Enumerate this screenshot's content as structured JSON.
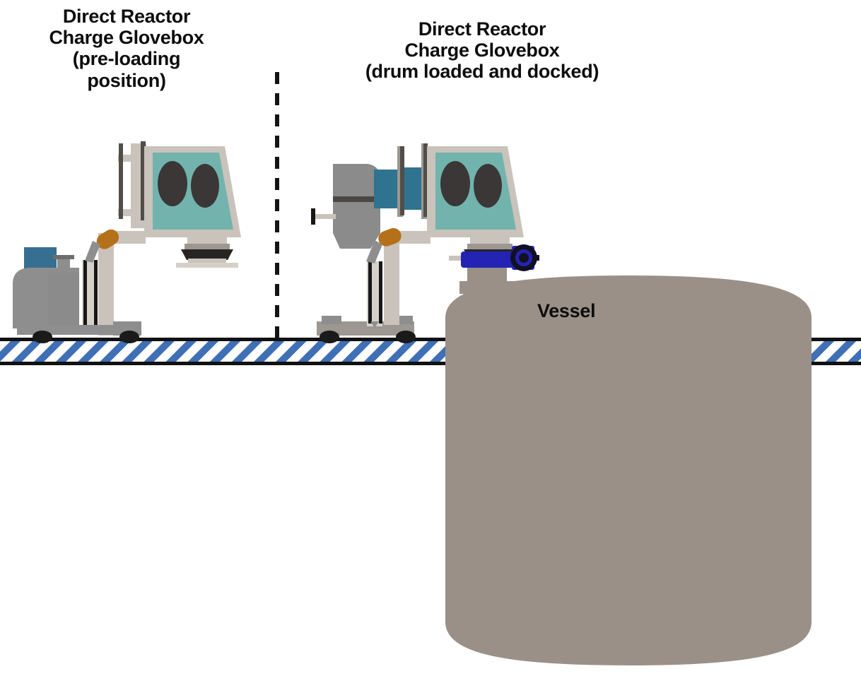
{
  "diagram": {
    "title_left": "Direct Reactor\nCharge Glovebox\n(pre-loading\nposition)",
    "title_right": "Direct Reactor\nCharge Glovebox\n(drum loaded and docked)",
    "vessel_label": "Vessel"
  },
  "colors": {
    "background": "#ffffff",
    "text": "#0d0d0d",
    "glovebox_window_teal": "#73b3ad",
    "glove_port_dark": "#3a3736",
    "body_beige": "#c9c3bb",
    "body_beige_light": "#d6d1c8",
    "metal_gray": "#8e8e8e",
    "metal_gray_dark": "#6d6d6d",
    "rail_dark": "#4a4744",
    "drum_gray": "#8b8b8b",
    "drum_band_dark": "#4a4744",
    "drum_blue": "#2f7391",
    "cart_blue_panel": "#366f91",
    "handle_orange": "#b5701a",
    "valve_blue": "#2323b4",
    "valve_hub_dark": "#111122",
    "vessel_taupe": "#9a9087",
    "floor_hatch_blue": "#3f6fb5",
    "floor_border": "#111111",
    "wheel_black": "#1a1a1a",
    "flange_black": "#272523"
  },
  "elements": {
    "left_scene": {
      "name": "pre-loading position assembly",
      "parts": [
        "glovebox",
        "transfer-port-frame",
        "pallet-truck",
        "mast",
        "orange-handle",
        "wheels"
      ]
    },
    "right_scene": {
      "name": "drum loaded and docked assembly",
      "parts": [
        "glovebox",
        "drum",
        "drum-neck",
        "trolley",
        "orange-handle",
        "valve",
        "vessel-nozzle",
        "wheels"
      ]
    },
    "divider": {
      "name": "dashed-separator",
      "style": "vertical dashed line"
    },
    "floor": {
      "name": "hatched-floor-band",
      "style": "diagonal blue hatching between black lines"
    },
    "vessel": {
      "name": "process-vessel",
      "shape": "large vertical cylinder with domed top and bottom"
    }
  }
}
